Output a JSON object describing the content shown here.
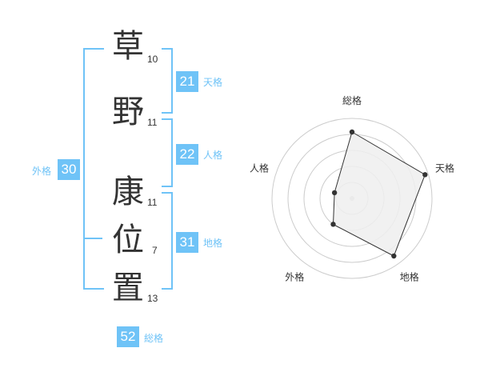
{
  "name_chars": [
    {
      "char": "草",
      "strokes": "10"
    },
    {
      "char": "野",
      "strokes": "11"
    },
    {
      "char": "康",
      "strokes": "11"
    },
    {
      "char": "位",
      "strokes": "7"
    },
    {
      "char": "置",
      "strokes": "13"
    }
  ],
  "fortunes": {
    "tenkaku": {
      "value": "21",
      "label": "天格"
    },
    "jinkaku": {
      "value": "22",
      "label": "人格"
    },
    "chikaku": {
      "value": "31",
      "label": "地格"
    },
    "gaikaku": {
      "value": "30",
      "label": "外格"
    },
    "soukaku": {
      "value": "52",
      "label": "総格"
    }
  },
  "radar": {
    "axes": [
      "総格",
      "天格",
      "地格",
      "外格",
      "人格"
    ],
    "levels": [
      0.83,
      0.96,
      0.89,
      0.4,
      0.23
    ],
    "fill_color": "#eeeeee",
    "line_color": "#333333",
    "grid_color": "#cccccc"
  },
  "colors": {
    "accent": "#6fc3f7",
    "text": "#333333"
  }
}
